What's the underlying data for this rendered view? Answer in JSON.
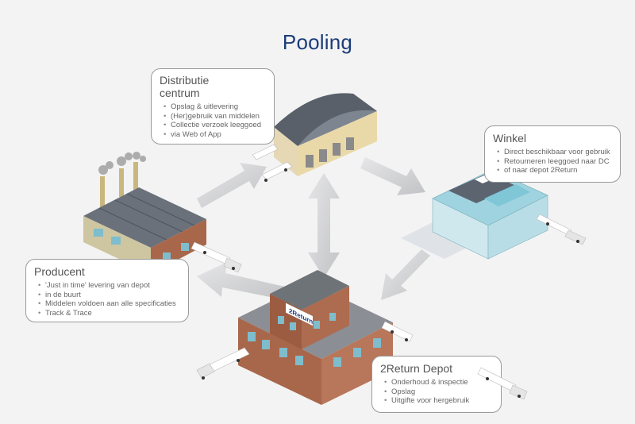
{
  "title": "Pooling",
  "nodes": {
    "dc": {
      "title_line1": "Distributie",
      "title_line2": "centrum",
      "items": [
        "Opslag & uitlevering",
        "(Her)gebruik van middelen",
        "Collectie verzoek leeggoed",
        "via Web of App"
      ]
    },
    "winkel": {
      "title": "Winkel",
      "items": [
        "Direct beschikbaar voor gebruik",
        "Retourneren leeggoed naar DC",
        "of naar depot 2Return"
      ]
    },
    "producent": {
      "title": "Producent",
      "items": [
        "'Just in time' levering van depot",
        "in de buurt",
        "Middelen voldoen aan alle specificaties",
        "Track & Trace"
      ]
    },
    "depot": {
      "title": "2Return Depot",
      "items": [
        "Onderhoud & inspectie",
        "Opslag",
        "Uitgifte voor hergebruik"
      ]
    }
  },
  "brand_label": "2Return",
  "colors": {
    "title": "#1c3d7a",
    "arrow": "#cfd0d2",
    "brick": "#a8674a",
    "roof": "#59606a",
    "glass": "#9fd3df"
  }
}
